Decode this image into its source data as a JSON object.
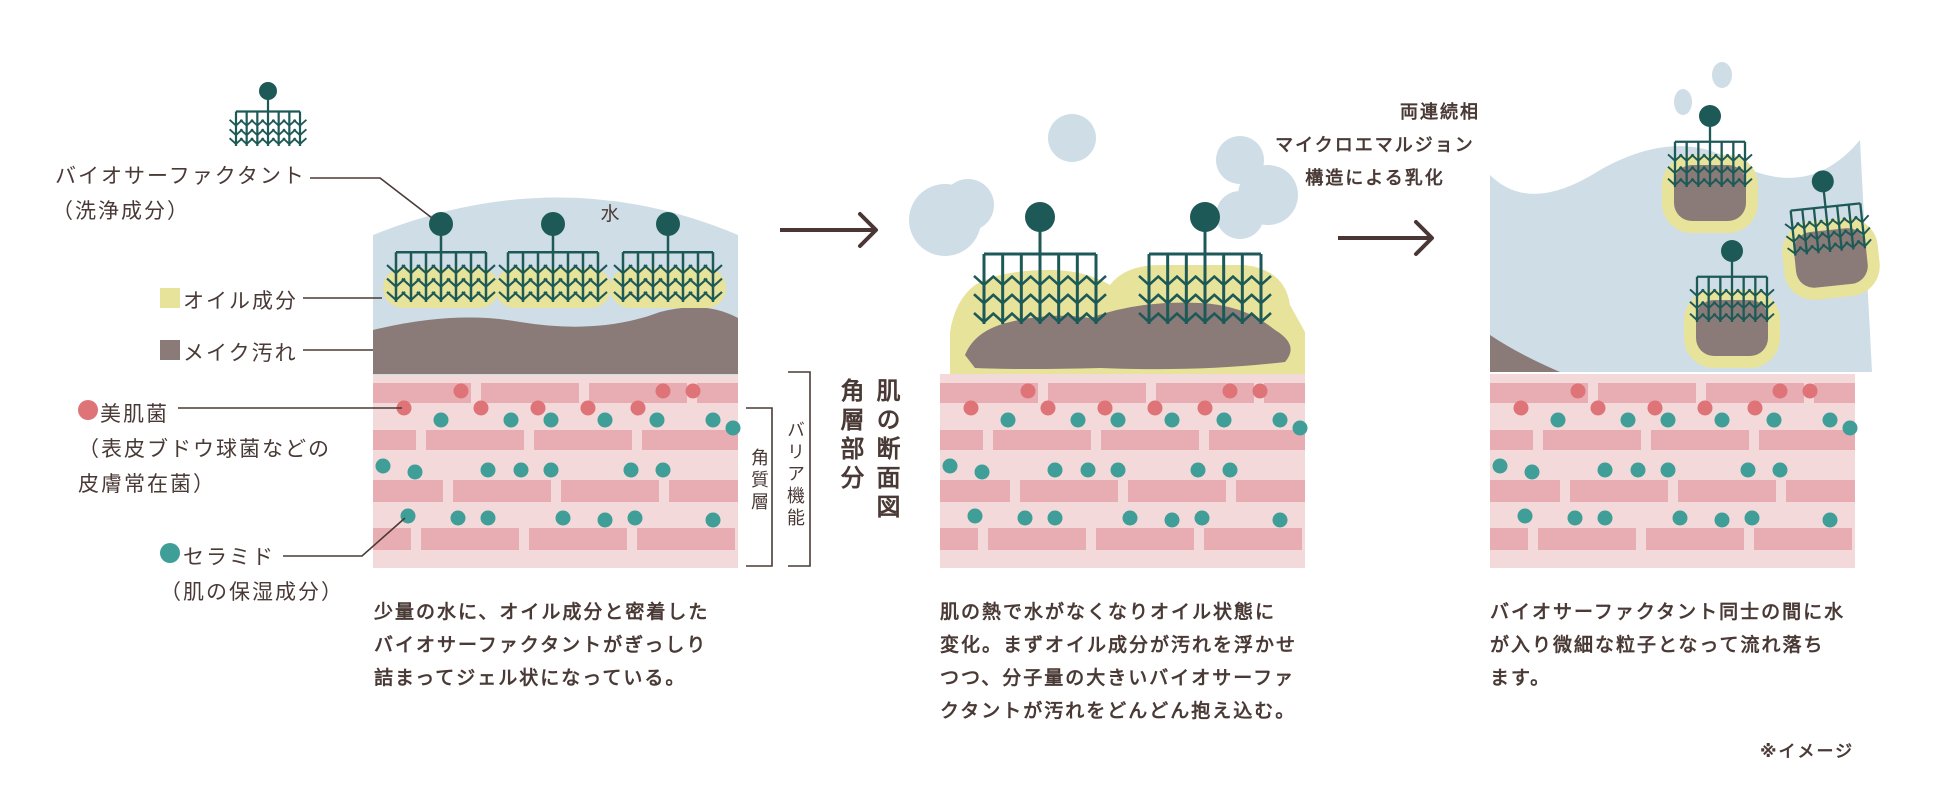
{
  "labels": {
    "surfactant_line1": "バイオサーファクタント",
    "surfactant_line2": "（洗浄成分）",
    "oil": "オイル成分",
    "makeup": "メイク汚れ",
    "bacteria_line1": "美肌菌",
    "bacteria_line2": "（表皮ブドウ球菌などの",
    "bacteria_line3": "皮膚常在菌）",
    "ceramide_line1": "セラミド",
    "ceramide_line2": "（肌の保湿成分）",
    "water": "水"
  },
  "side": {
    "barrier": "バリア機能",
    "stratum": "角質層",
    "stratum_part": "角層部分",
    "cross_section": "肌の断面図"
  },
  "emulsion": {
    "line1": "両連続相",
    "line2": "マイクロエマルジョン",
    "line3": "構造による乳化"
  },
  "captions": {
    "step1": [
      "少量の水に、オイル成分と密着した",
      "バイオサーファクタントがぎっしり",
      "詰まってジェル状になっている。"
    ],
    "step2": [
      "肌の熱で水がなくなりオイル状態に",
      "変化。まずオイル成分が汚れを浮かせ",
      "つつ、分子量の大きいバイオサーファ",
      "クタントが汚れをどんどん抱え込む。"
    ],
    "step3": [
      "バイオサーファクタント同士の間に水",
      "が入り微細な粒子となって流れ落ち",
      "ます。"
    ]
  },
  "note": "※イメージ",
  "colors": {
    "text": "#4a3a36",
    "water": "#cfdde6",
    "oil": "#e8e39a",
    "makeup": "#8a7b78",
    "skin_light": "#f3d9d9",
    "skin_brick": "#e8adb2",
    "bacteria": "#de7478",
    "ceramide": "#3f9e98",
    "surfactant": "#1d5a57",
    "arrow": "#4a3634"
  },
  "icons": {
    "surfactant": "surfactant-molecule-icon",
    "arrow": "right-arrow-icon"
  }
}
